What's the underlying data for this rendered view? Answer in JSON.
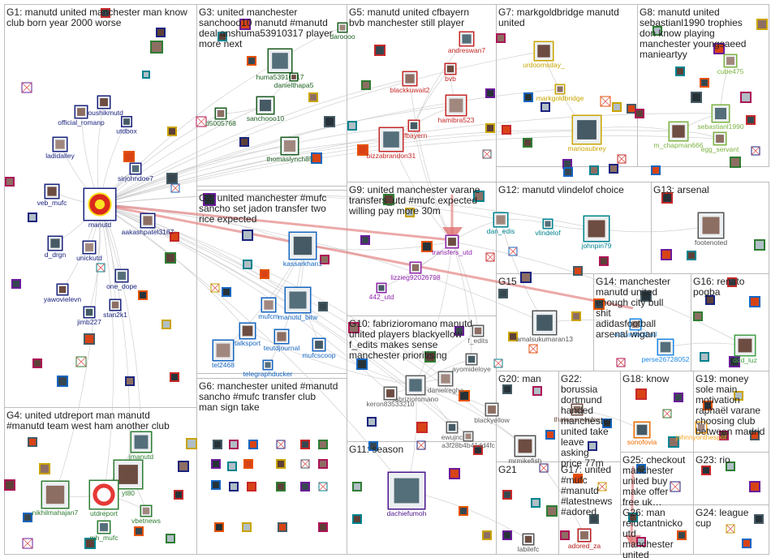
{
  "colors": {
    "border": "#bdbdbd",
    "edge": "#c8c8c8",
    "edge_strong": "#e07070",
    "g1": "#1a237e",
    "g2": "#1565c0",
    "g3": "#1b5e20",
    "g4": "#2e7d32",
    "g5": "#c62828",
    "g6": "#e65100",
    "g7": "#c9a400",
    "g8": "#7cb342",
    "g9": "#8e24aa",
    "g10": "#616161",
    "g11": "#4a148c",
    "g12": "#00838f",
    "g14": "#1e88e5",
    "g16": "#43a047",
    "g17": "#b71c1c",
    "g18": "#ef6c00",
    "g19": "#f9a825",
    "g22": "#6d4c41",
    "g25": "#d84315",
    "g26": "#ad1457"
  },
  "groups": [
    {
      "id": "G1",
      "title": "G1: manutd united manchester man know club born year 2000 worse"
    },
    {
      "id": "G3",
      "title": "G3: united manchester sanchooo10 manutd #manutd deal anshuma53910317 player more next"
    },
    {
      "id": "G5",
      "title": "G5: manutd united cfbayern bvb manchester still player"
    },
    {
      "id": "G7",
      "title": "G7: markgoldbridge manutd united"
    },
    {
      "id": "G8",
      "title": "G8: manutd united sebastianl1990 trophies don know playing manchester youngsaeed manieartyy"
    },
    {
      "id": "G2",
      "title": "G2: united manchester #mufc sancho set jadon transfer two rice expected"
    },
    {
      "id": "G9",
      "title": "G9: united manchester varane transfers_utd #mufc expected willing pay more 30m"
    },
    {
      "id": "G12",
      "title": "G12: manutd vlindelof choice"
    },
    {
      "id": "G13",
      "title": "G13: arsenal"
    },
    {
      "id": "G15",
      "title": "G15"
    },
    {
      "id": "G14",
      "title": "G14: manchester manutd united enough city bull shit adidasfootball arsenal wigan"
    },
    {
      "id": "G16",
      "title": "G16: renato pogba"
    },
    {
      "id": "G10",
      "title": "G10: fabrizioromano manutd united players blackyellow f_edits makes sense manchester prioritising"
    },
    {
      "id": "G4",
      "title": "G4: united utdreport man manutd #manutd team west ham another club"
    },
    {
      "id": "G6",
      "title": "G6: manchester united #manutd sancho #mufc transfer club man sign take"
    },
    {
      "id": "G20",
      "title": "G20: man"
    },
    {
      "id": "G22",
      "title": "G22: borussia dortmund handed manchester united take leave asking price 77m"
    },
    {
      "id": "G18",
      "title": "G18: know"
    },
    {
      "id": "G19",
      "title": "G19: money sole main motivation raphaël varane choosing club between madrid"
    },
    {
      "id": "G11",
      "title": "G11: season"
    },
    {
      "id": "G21",
      "title": "G21"
    },
    {
      "id": "G17",
      "title": "G17: united #mufc #manutd #latestnews #adored"
    },
    {
      "id": "G25",
      "title": "G25: checkout manchester united buy make offer free uk…"
    },
    {
      "id": "G23",
      "title": "G23: rio"
    },
    {
      "id": "G26",
      "title": "G26: man reluctantnicko utd manchester united"
    },
    {
      "id": "G24",
      "title": "G24: league cup"
    }
  ],
  "nodes": [
    {
      "label": "manutd",
      "group": "G1"
    },
    {
      "label": "koushikmutd",
      "group": "G1"
    },
    {
      "label": "official_romanp",
      "group": "G1"
    },
    {
      "label": "utdbox",
      "group": "G1"
    },
    {
      "label": "ladidalley",
      "group": "G1"
    },
    {
      "label": "sirjohndoe7",
      "group": "G1"
    },
    {
      "label": "veb_mufc",
      "group": "G1"
    },
    {
      "label": "aakashpatel3187",
      "group": "G1"
    },
    {
      "label": "d_drgn",
      "group": "G1"
    },
    {
      "label": "unickutd",
      "group": "G1"
    },
    {
      "label": "one_dope",
      "group": "G1"
    },
    {
      "label": "yawovielevn",
      "group": "G1"
    },
    {
      "label": "stan2k1",
      "group": "G1"
    },
    {
      "label": "jimb227",
      "group": "G1"
    },
    {
      "label": "daroooo",
      "group": "G3"
    },
    {
      "label": "huma53910317",
      "group": "G3"
    },
    {
      "label": "danielthapa5",
      "group": "G3"
    },
    {
      "label": "d5005768",
      "group": "G3"
    },
    {
      "label": "sanchooo10",
      "group": "G3"
    },
    {
      "label": "thomaslynch85",
      "group": "G3"
    },
    {
      "label": "andreswan7",
      "group": "G5"
    },
    {
      "label": "bvb",
      "group": "G5"
    },
    {
      "label": "blackkuwait2",
      "group": "G5"
    },
    {
      "label": "cfbayern",
      "group": "G5"
    },
    {
      "label": "hamibra523",
      "group": "G5"
    },
    {
      "label": "bizzabrandon31",
      "group": "G5"
    },
    {
      "label": "urdoomsday_",
      "group": "G7"
    },
    {
      "label": "markgoldbridge",
      "group": "G7"
    },
    {
      "label": "marioaubrey",
      "group": "G7"
    },
    {
      "label": "cube475",
      "group": "G8"
    },
    {
      "label": "sebastianl1990",
      "group": "G8"
    },
    {
      "label": "m_chapman666",
      "group": "G8"
    },
    {
      "label": "egg_servant",
      "group": "G8"
    },
    {
      "label": "kassarkhan1",
      "group": "G2"
    },
    {
      "label": "mufcm",
      "group": "G2"
    },
    {
      "label": "manutd_bitw",
      "group": "G2"
    },
    {
      "label": "talksport",
      "group": "G2"
    },
    {
      "label": "teutdjournal",
      "group": "G2"
    },
    {
      "label": "mufcscoop",
      "group": "G2"
    },
    {
      "label": "tel2468",
      "group": "G2"
    },
    {
      "label": "telegraphducker",
      "group": "G2"
    },
    {
      "label": "transfers_utd",
      "group": "G9"
    },
    {
      "label": "lizzieg92026798",
      "group": "G9"
    },
    {
      "label": "442_utd",
      "group": "G9"
    },
    {
      "label": "dan_edis",
      "group": "G12"
    },
    {
      "label": "vlindelof",
      "group": "G12"
    },
    {
      "label": "johnpin79",
      "group": "G12"
    },
    {
      "label": "footenoted",
      "group": "G13"
    },
    {
      "label": "amalsukumaran13",
      "group": "G15"
    },
    {
      "label": "adidasfootball",
      "group": "G14"
    },
    {
      "label": "perse26728052",
      "group": "G14"
    },
    {
      "label": "ddd_luz",
      "group": "G16"
    },
    {
      "label": "f_edits",
      "group": "G10"
    },
    {
      "label": "ayomideloye",
      "group": "G10"
    },
    {
      "label": "danielregha",
      "group": "G10"
    },
    {
      "label": "fabrizioromano",
      "group": "G10"
    },
    {
      "label": "keron83533210",
      "group": "G10"
    },
    {
      "label": "blackyellow",
      "group": "G10"
    },
    {
      "label": "ewujnc",
      "group": "G10"
    },
    {
      "label": "a3f28b4b41dd4fc",
      "group": "G10"
    },
    {
      "label": "jmanutd",
      "group": "G4"
    },
    {
      "label": "yt80",
      "group": "G4"
    },
    {
      "label": "nikhilmahajan7",
      "group": "G4"
    },
    {
      "label": "utdreport",
      "group": "G4"
    },
    {
      "label": "vbetnews",
      "group": "G4"
    },
    {
      "label": "mh_mufc",
      "group": "G4"
    },
    {
      "label": "mrmikefish",
      "group": "G20"
    },
    {
      "label": "thatwasmanfex",
      "group": "G22"
    },
    {
      "label": "sonofovia",
      "group": "G18"
    },
    {
      "label": "johnnyonthespot",
      "group": "G19"
    },
    {
      "label": "dachiefumoh",
      "group": "G11"
    },
    {
      "label": "labilefc",
      "group": "G21"
    },
    {
      "label": "adored_za",
      "group": "G17"
    }
  ]
}
